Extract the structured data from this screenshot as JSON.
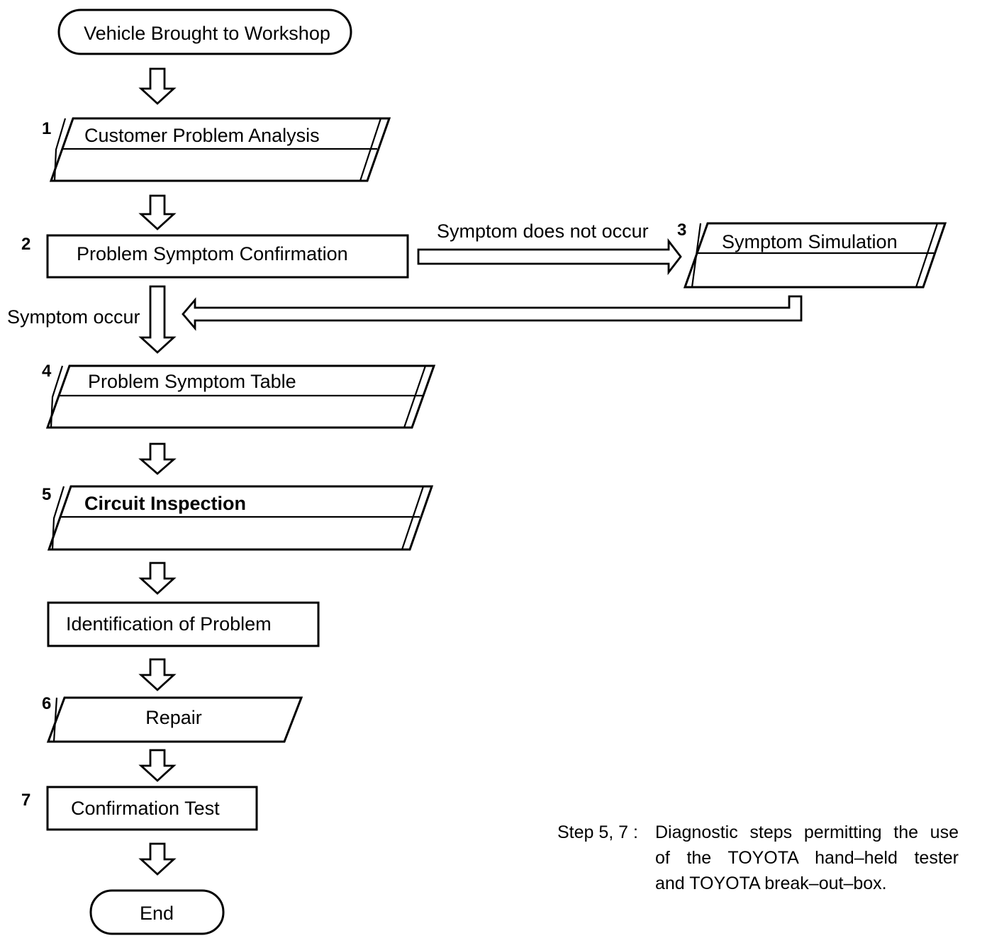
{
  "start": {
    "label": "Vehicle Brought to Workshop"
  },
  "steps": [
    {
      "number": "1",
      "label": "Customer Problem Analysis"
    },
    {
      "number": "2",
      "label": "Problem Symptom Confirmation"
    },
    {
      "number": "3",
      "label": "Symptom Simulation"
    },
    {
      "number": "4",
      "label": "Problem Symptom Table"
    },
    {
      "number": "5",
      "label": "Circuit Inspection"
    },
    {
      "number": "",
      "label": "Identification of Problem"
    },
    {
      "number": "6",
      "label": "Repair"
    },
    {
      "number": "7",
      "label": "Confirmation Test"
    }
  ],
  "end": {
    "label": "End"
  },
  "branches": {
    "not_occur": "Symptom does not occur",
    "occur": "Symptom occur"
  },
  "note": {
    "prefix": "Step 5, 7 :",
    "lines": [
      "Diagnostic steps permitting the use",
      "of the TOYOTA hand–held tester",
      "and TOYOTA break–out–box."
    ]
  }
}
